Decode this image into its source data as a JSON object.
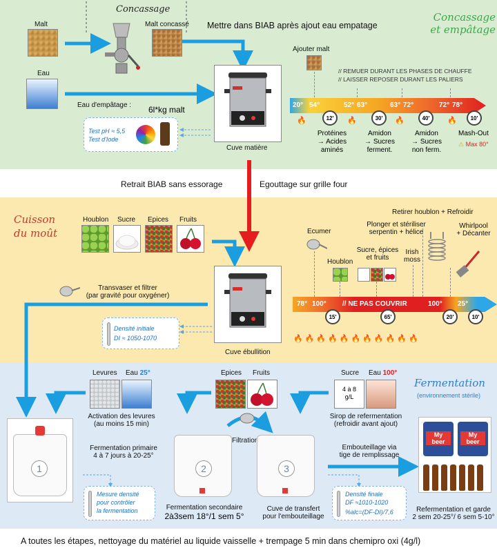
{
  "concassage": {
    "title": "Concassage",
    "section_title_line1": "Concassage",
    "section_title_line2": "et empâtage",
    "malt_label": "Malt",
    "malt_crushed_label": "Malt concassé",
    "water_label": "Eau",
    "instruction_biab": "Mettre dans BIAB après ajout eau empatage",
    "mash_water_label": "Eau d'empâtage :",
    "mash_ratio": "6l*kg malt",
    "test_ph": "Test pH ≈ 5,5",
    "test_iodine": "Test d'Iode",
    "vessel_label": "Cuve matière",
    "add_malt": "Ajouter malt",
    "comment1": "// REMUER DURANT LES PHASES DE CHAUFFE",
    "comment2": "// LAISSER REPOSER DURANT LES PALIERS",
    "temps": [
      "20°",
      "54°",
      "52°",
      "63°",
      "63°",
      "72°",
      "72°",
      "78°"
    ],
    "timers": [
      "12'",
      "30'",
      "40'",
      "10'"
    ],
    "step1_line1": "Protéines",
    "step1_line2": "→ Acides",
    "step1_line3": "aminés",
    "step2_line1": "Amidon",
    "step2_line2": "→ Sucres",
    "step2_line3": "ferment.",
    "step3_line1": "Amidon",
    "step3_line2": "→ Sucres",
    "step3_line3": "non ferm.",
    "step4_line1": "Mash-Out",
    "max_temp": "Max 80°"
  },
  "transition": {
    "left": "Retrait BIAB sans essorage",
    "right": "Egouttage sur grille four"
  },
  "cuisson": {
    "title_line1": "Cuisson",
    "title_line2": "du moût",
    "ingredients": [
      "Houblon",
      "Sucre",
      "Epices",
      "Fruits"
    ],
    "transfer_line1": "Transvaser et filtrer",
    "transfer_line2": "(par gravité pour oxygéner)",
    "density_initial_line1": "Densité initiale",
    "density_initial_line2": "DI ≈ 1050-1070",
    "vessel_label": "Cuve ébullition",
    "remove_hops": "Retirer houblon + Refroidir",
    "skim": "Ecumer",
    "immerse_line1": "Plonger et stériliser",
    "immerse_line2": "serpentin + hélice",
    "whirlpool_line1": "Whirlpool",
    "whirlpool_line2": "+ Décanter",
    "hops_label": "Houblon",
    "add_line1": "Sucre, épices",
    "add_line2": "et fruits",
    "irish_line1": "Irish",
    "irish_line2": "moss",
    "temp_start": "78°",
    "temp_boil": "100°",
    "no_cover": "// NE PAS COUVRIR",
    "temp_boil_end": "100°",
    "temp_end": "25°",
    "timers": [
      "15'",
      "65'",
      "20'",
      "10'"
    ]
  },
  "fermentation": {
    "title": "Fermentation",
    "subtitle": "(environnement stérile)",
    "yeast_label": "Levures",
    "water_label": "Eau",
    "water_temp": "25°",
    "yeast_activation_line1": "Activation des levures",
    "yeast_activation_line2": "(au moins 15 min)",
    "primary_line1": "Fermentation primaire",
    "primary_line2": "4 à 7 jours à 20-25°",
    "measure_line1": "Mesure densité",
    "measure_line2": "pour contrôler",
    "measure_line3": "la fermentation",
    "spices_label": "Epices",
    "fruits_label": "Fruits",
    "filtration": "Filtration",
    "secondary_line1": "Fermentation secondaire",
    "secondary_line2": "2à3sem 18°/1 sem 5°",
    "transfer_vessel_line1": "Cuve de transfert",
    "transfer_vessel_line2": "pour l'embouteillage",
    "sugar_label": "Sucre",
    "water2_label": "Eau",
    "water2_temp": "100°",
    "sugar_dose_line1": "4 à 8",
    "sugar_dose_line2": "g/L",
    "syrup_line1": "Sirop de refermentation",
    "syrup_line2": "(refroidir avant ajout)",
    "bottling_line1": "Embouteillage via",
    "bottling_line2": "tige de remplissage",
    "density_final_line1": "Densité finale",
    "density_final_line2": "DF ≈1010-1020",
    "density_final_line3": "%alc=(DF-DI)/7,6",
    "refermentation_line1": "Refermentation et garde",
    "refermentation_line2": "2 sem 20-25°/ 6 sem 5-10°",
    "bucket_numbers": [
      "1",
      "2",
      "3"
    ],
    "beer_label_line1": "My",
    "beer_label_line2": "beer"
  },
  "footer": {
    "text": "A toutes les étapes, nettoyage du matériel au liquide vaisselle + trempage 5 min dans chemipro oxi (4g/l)"
  },
  "colors": {
    "arrow_blue": "#1a9ee0",
    "arrow_red": "#e41e1e",
    "green_band": "#d9ecd2",
    "yellow_band": "#fbe9b0",
    "blue_band": "#dde9f5",
    "title_green": "#3aa84a",
    "title_red": "#c8372d",
    "title_blue": "#2b7fd0"
  },
  "icons": [
    "malt-mill-icon",
    "brew-kettle-icon",
    "thermometer-icon",
    "fire-icon",
    "timer-icon",
    "sieve-icon",
    "cooling-coil-icon",
    "paddle-mixer-icon",
    "fermenter-bucket-icon",
    "beer-bottle-icon",
    "warning-icon"
  ]
}
